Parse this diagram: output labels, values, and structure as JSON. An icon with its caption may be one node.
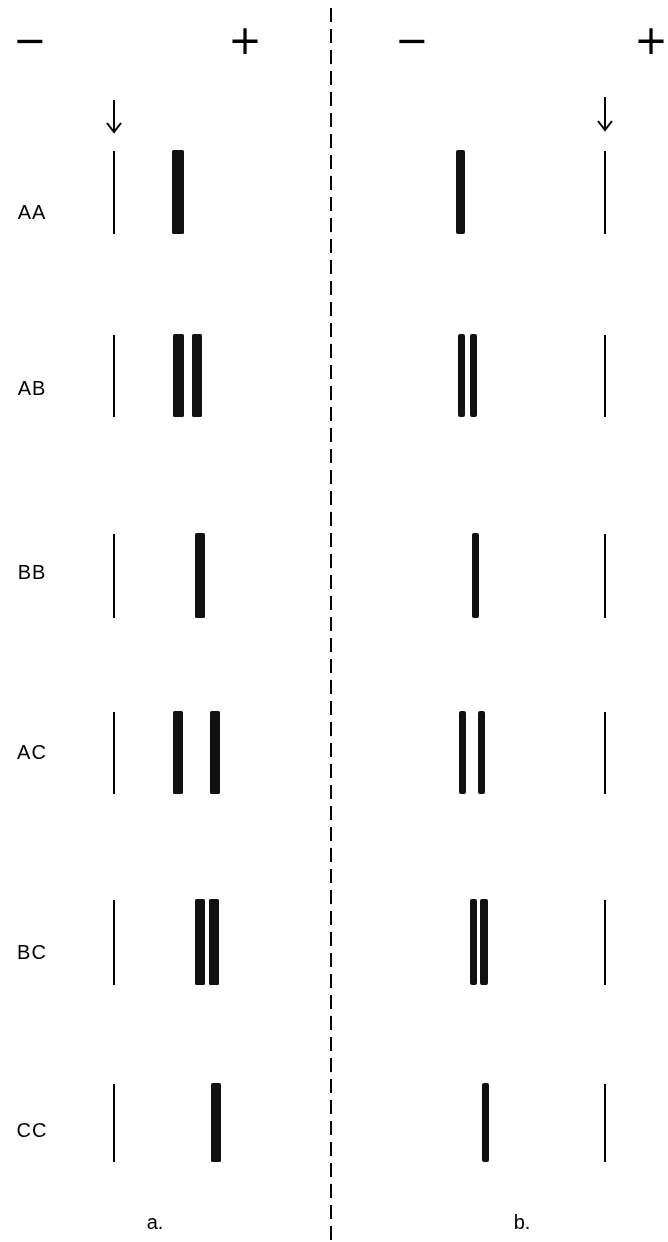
{
  "diagram": {
    "labels": [
      "−",
      "+",
      "−",
      "+",
      "AA",
      "AB",
      "BB",
      "AC",
      "BC",
      "CC",
      "a.",
      "b."
    ]
  }
}
